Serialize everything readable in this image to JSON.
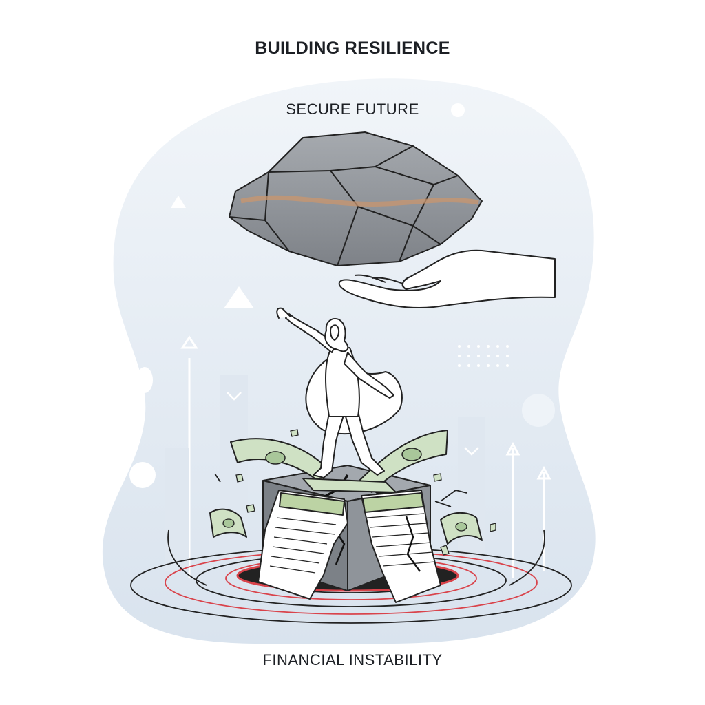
{
  "title": "BUILDING RESILIENCE",
  "top_caption": "SECURE FUTURE",
  "bottom_caption": "FINANCIAL INSTABILITY",
  "colors": {
    "background_blob": "#e6edf4",
    "boulder": "#9a9ea4",
    "boulder_vein": "#c9966e",
    "banknote": "#cfe1c4",
    "ripple_red": "#d9434b",
    "ink": "#222222"
  },
  "icons": [
    "boulder-icon",
    "helping-hand-icon",
    "woman-figure-icon",
    "banknote-icon",
    "cracked-cube-icon",
    "document-icon",
    "ripple-vortex-icon",
    "up-arrow-icon"
  ]
}
